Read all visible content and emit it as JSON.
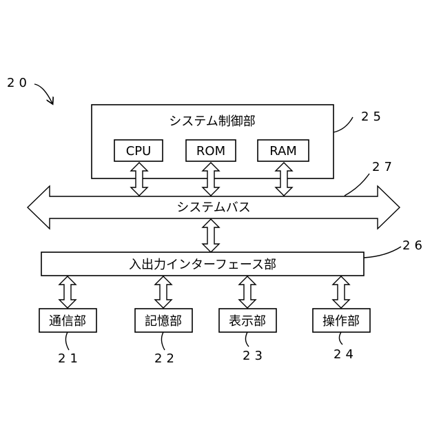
{
  "figure": {
    "ref": "20",
    "system_control": {
      "label": "システム制御部",
      "ref": "25"
    },
    "cpu": {
      "label": "CPU"
    },
    "rom": {
      "label": "ROM"
    },
    "ram": {
      "label": "RAM"
    },
    "system_bus": {
      "label": "システムバス",
      "ref": "27"
    },
    "io_interface": {
      "label": "入出力インターフェース部",
      "ref": "26"
    },
    "units": [
      {
        "label": "通信部",
        "ref": "21"
      },
      {
        "label": "記憶部",
        "ref": "22"
      },
      {
        "label": "表示部",
        "ref": "23"
      },
      {
        "label": "操作部",
        "ref": "24"
      }
    ]
  }
}
